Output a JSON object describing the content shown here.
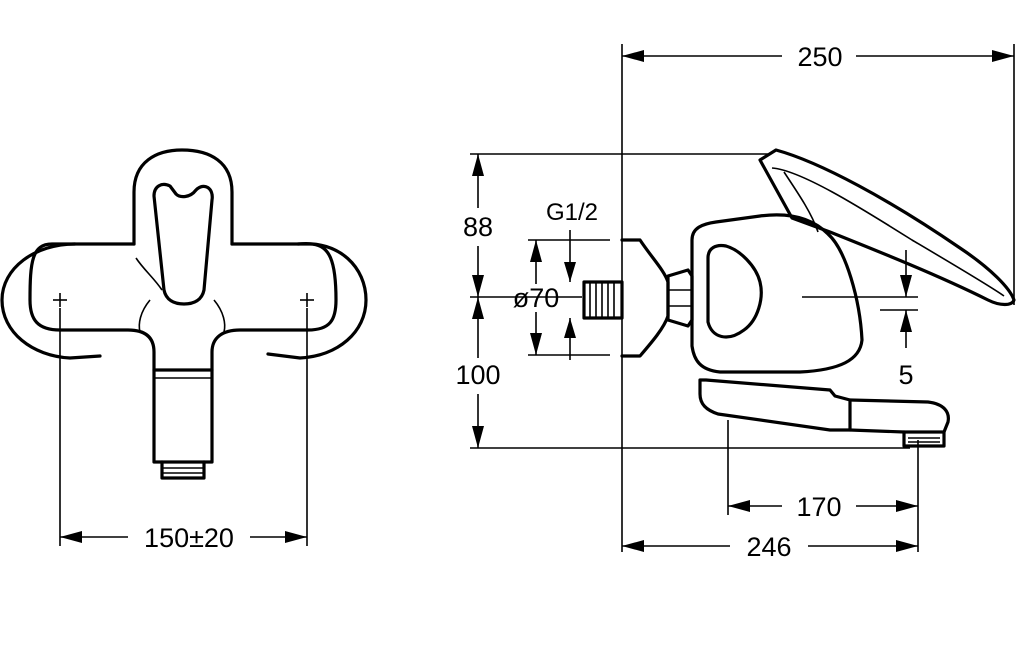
{
  "drawing": {
    "front_view": {
      "width_dimension": "150±20"
    },
    "side_view": {
      "overall_length": "250",
      "spout_reach": "246",
      "spout_projection": "170",
      "height_above_axis": "88",
      "height_below_axis": "100",
      "thread_size": "G1/2",
      "rosette_diameter": "ø70",
      "outlet_offset": "5"
    }
  }
}
